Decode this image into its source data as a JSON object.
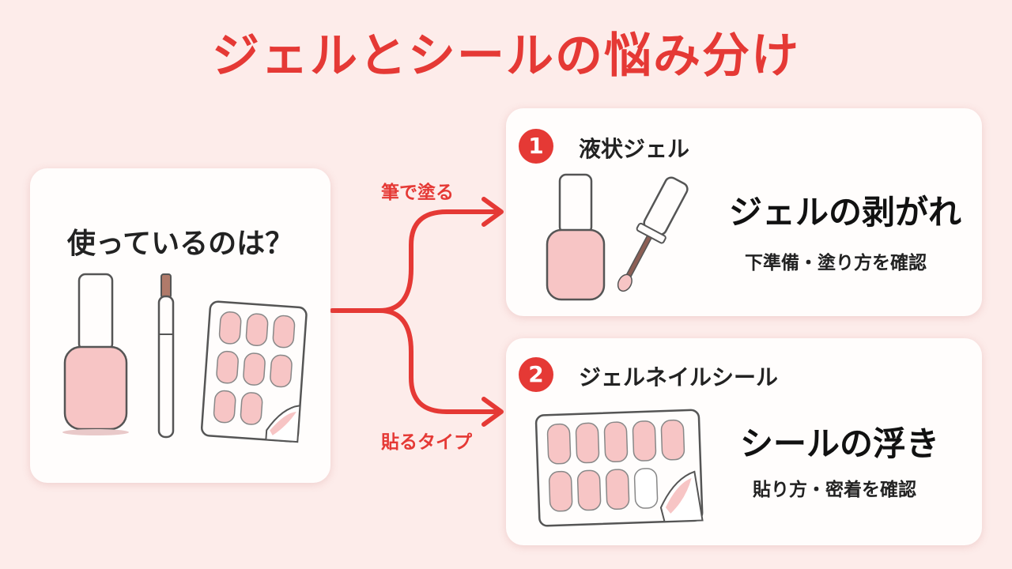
{
  "title": "ジェルとシールの悩み分け",
  "start": {
    "question": "使っているのは？"
  },
  "branches": {
    "brush_label": "筆で塗る",
    "sticker_label": "貼るタイプ"
  },
  "options": [
    {
      "number": "1",
      "title": "液状ジェル",
      "problem": "ジェルの剥がれ",
      "action": "下準備・塗り方を確認"
    },
    {
      "number": "2",
      "title": "ジェルネイルシール",
      "problem": "シールの浮き",
      "action": "貼り方・密着を確認"
    }
  ],
  "colors": {
    "accent": "#e53935",
    "background": "#fdecea",
    "card": "#fffdfc",
    "nail_pink": "#f7c5c5"
  }
}
